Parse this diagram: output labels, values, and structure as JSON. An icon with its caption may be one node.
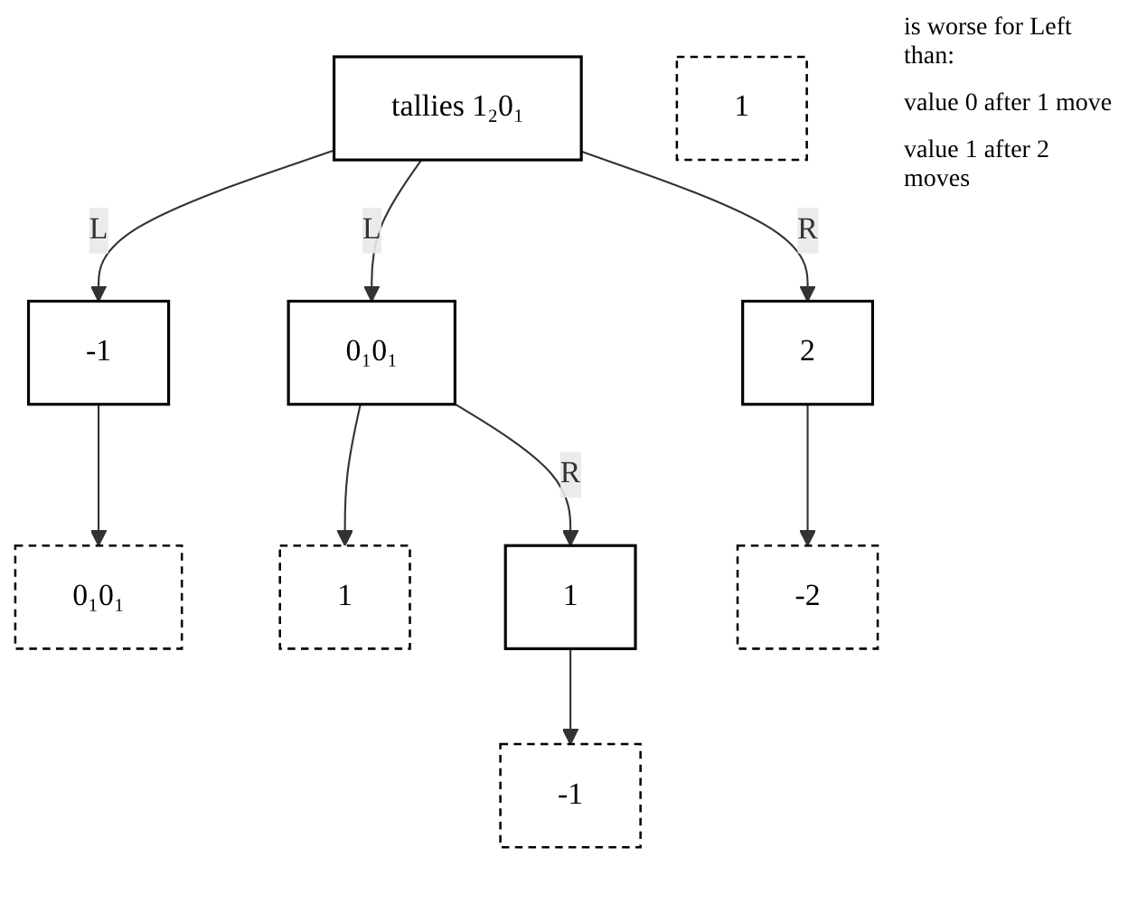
{
  "diagram": {
    "nodes": [
      {
        "text": [
          "tallies 1₂0₁"
        ]
      },
      {
        "text": [
          "-1"
        ]
      },
      {
        "text": [
          "0₁0₁"
        ]
      },
      {
        "text": [
          "0₁0₁"
        ]
      },
      {
        "text": [
          "1"
        ]
      },
      {
        "text": [
          "1"
        ]
      },
      {
        "text": [
          "-1"
        ]
      },
      {
        "text": [
          "1"
        ]
      },
      {
        "text": [
          "2"
        ]
      },
      {
        "text": [
          "-2"
        ]
      }
    ],
    "edges": [
      {
        "from": 0,
        "to": 1,
        "arrow": "to",
        "label": "L"
      },
      {
        "from": 0,
        "to": 3,
        "arrow": "to",
        "label": "L"
      },
      {
        "from": 0,
        "to": 8,
        "arrow": "to",
        "label": "R"
      },
      {
        "from": 1,
        "to": 2,
        "arrow": "to"
      },
      {
        "from": 3,
        "to": 4,
        "arrow": "to"
      },
      {
        "from": 3,
        "to": 5,
        "arrow": "to",
        "label": "R"
      },
      {
        "from": 5,
        "to": 6,
        "arrow": "to"
      },
      {
        "from": 8,
        "to": 9,
        "arrow": "to"
      }
    ],
    "labels": [
      "is worse for Left than:",
      "value 0 after 1 move",
      "value 1 after 2 moves"
    ]
  }
}
